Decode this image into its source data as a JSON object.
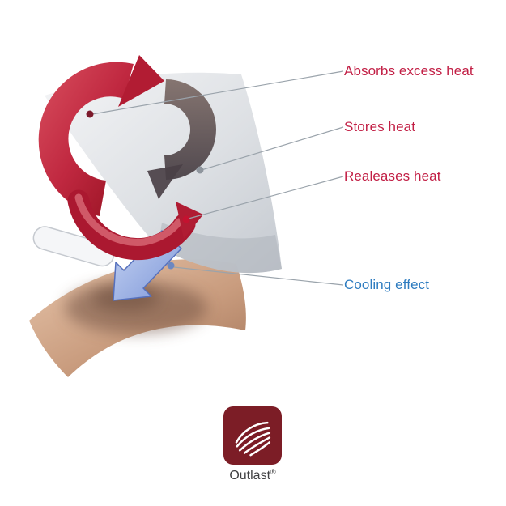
{
  "diagram": {
    "labels": {
      "absorbs": "Absorbs excess heat",
      "stores": "Stores heat",
      "releases": "Realeases heat",
      "cooling": "Cooling effect"
    }
  },
  "colors": {
    "heat_label": "#c21f45",
    "cooling_label": "#2e7cc0",
    "absorbs_dot": "#7c1a2b",
    "stores_dot": "#8f969e",
    "releases_dot": "#c41230",
    "cooling_dot": "#6c87c1",
    "logo_background": "#7c1d26"
  },
  "logo": {
    "wordmark": "Outlast",
    "registered": "®"
  }
}
